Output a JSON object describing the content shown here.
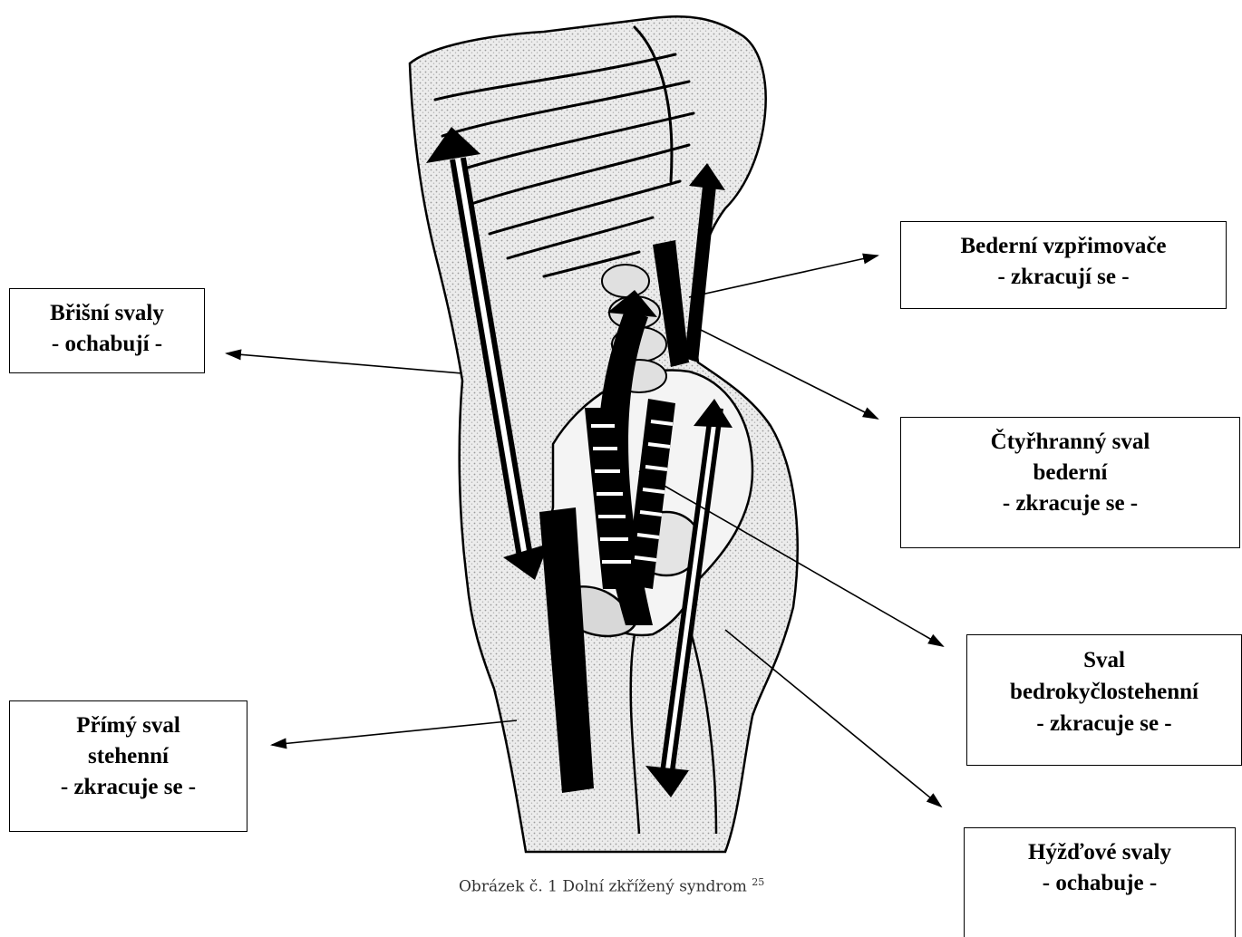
{
  "labels": {
    "brisni": {
      "line1": "Břišní svaly",
      "line2": "- ochabují -"
    },
    "bederni": {
      "line1": "Bederní vzpřimovače",
      "line2": "- zkracují se -"
    },
    "ctyrhranny": {
      "line1": "Čtyřhranný sval",
      "line2": "bederní",
      "line3": "- zkracuje se -"
    },
    "primy": {
      "line1": "Přímý sval",
      "line2": "stehenní",
      "line3": "- zkracuje se -"
    },
    "sval": {
      "line1": "Sval",
      "line2": "bedrokyčlostehenní",
      "line3": "- zkracuje se -"
    },
    "hyzdove": {
      "line1": "Hýžďové svaly",
      "line2": "- ochabuje -"
    }
  },
  "caption": {
    "text": "Obrázek č. 1 Dolní zkřížený syndrom",
    "ref": "25"
  },
  "colors": {
    "ink": "#000000",
    "stipple": "#cfcfcf",
    "background": "#ffffff"
  }
}
